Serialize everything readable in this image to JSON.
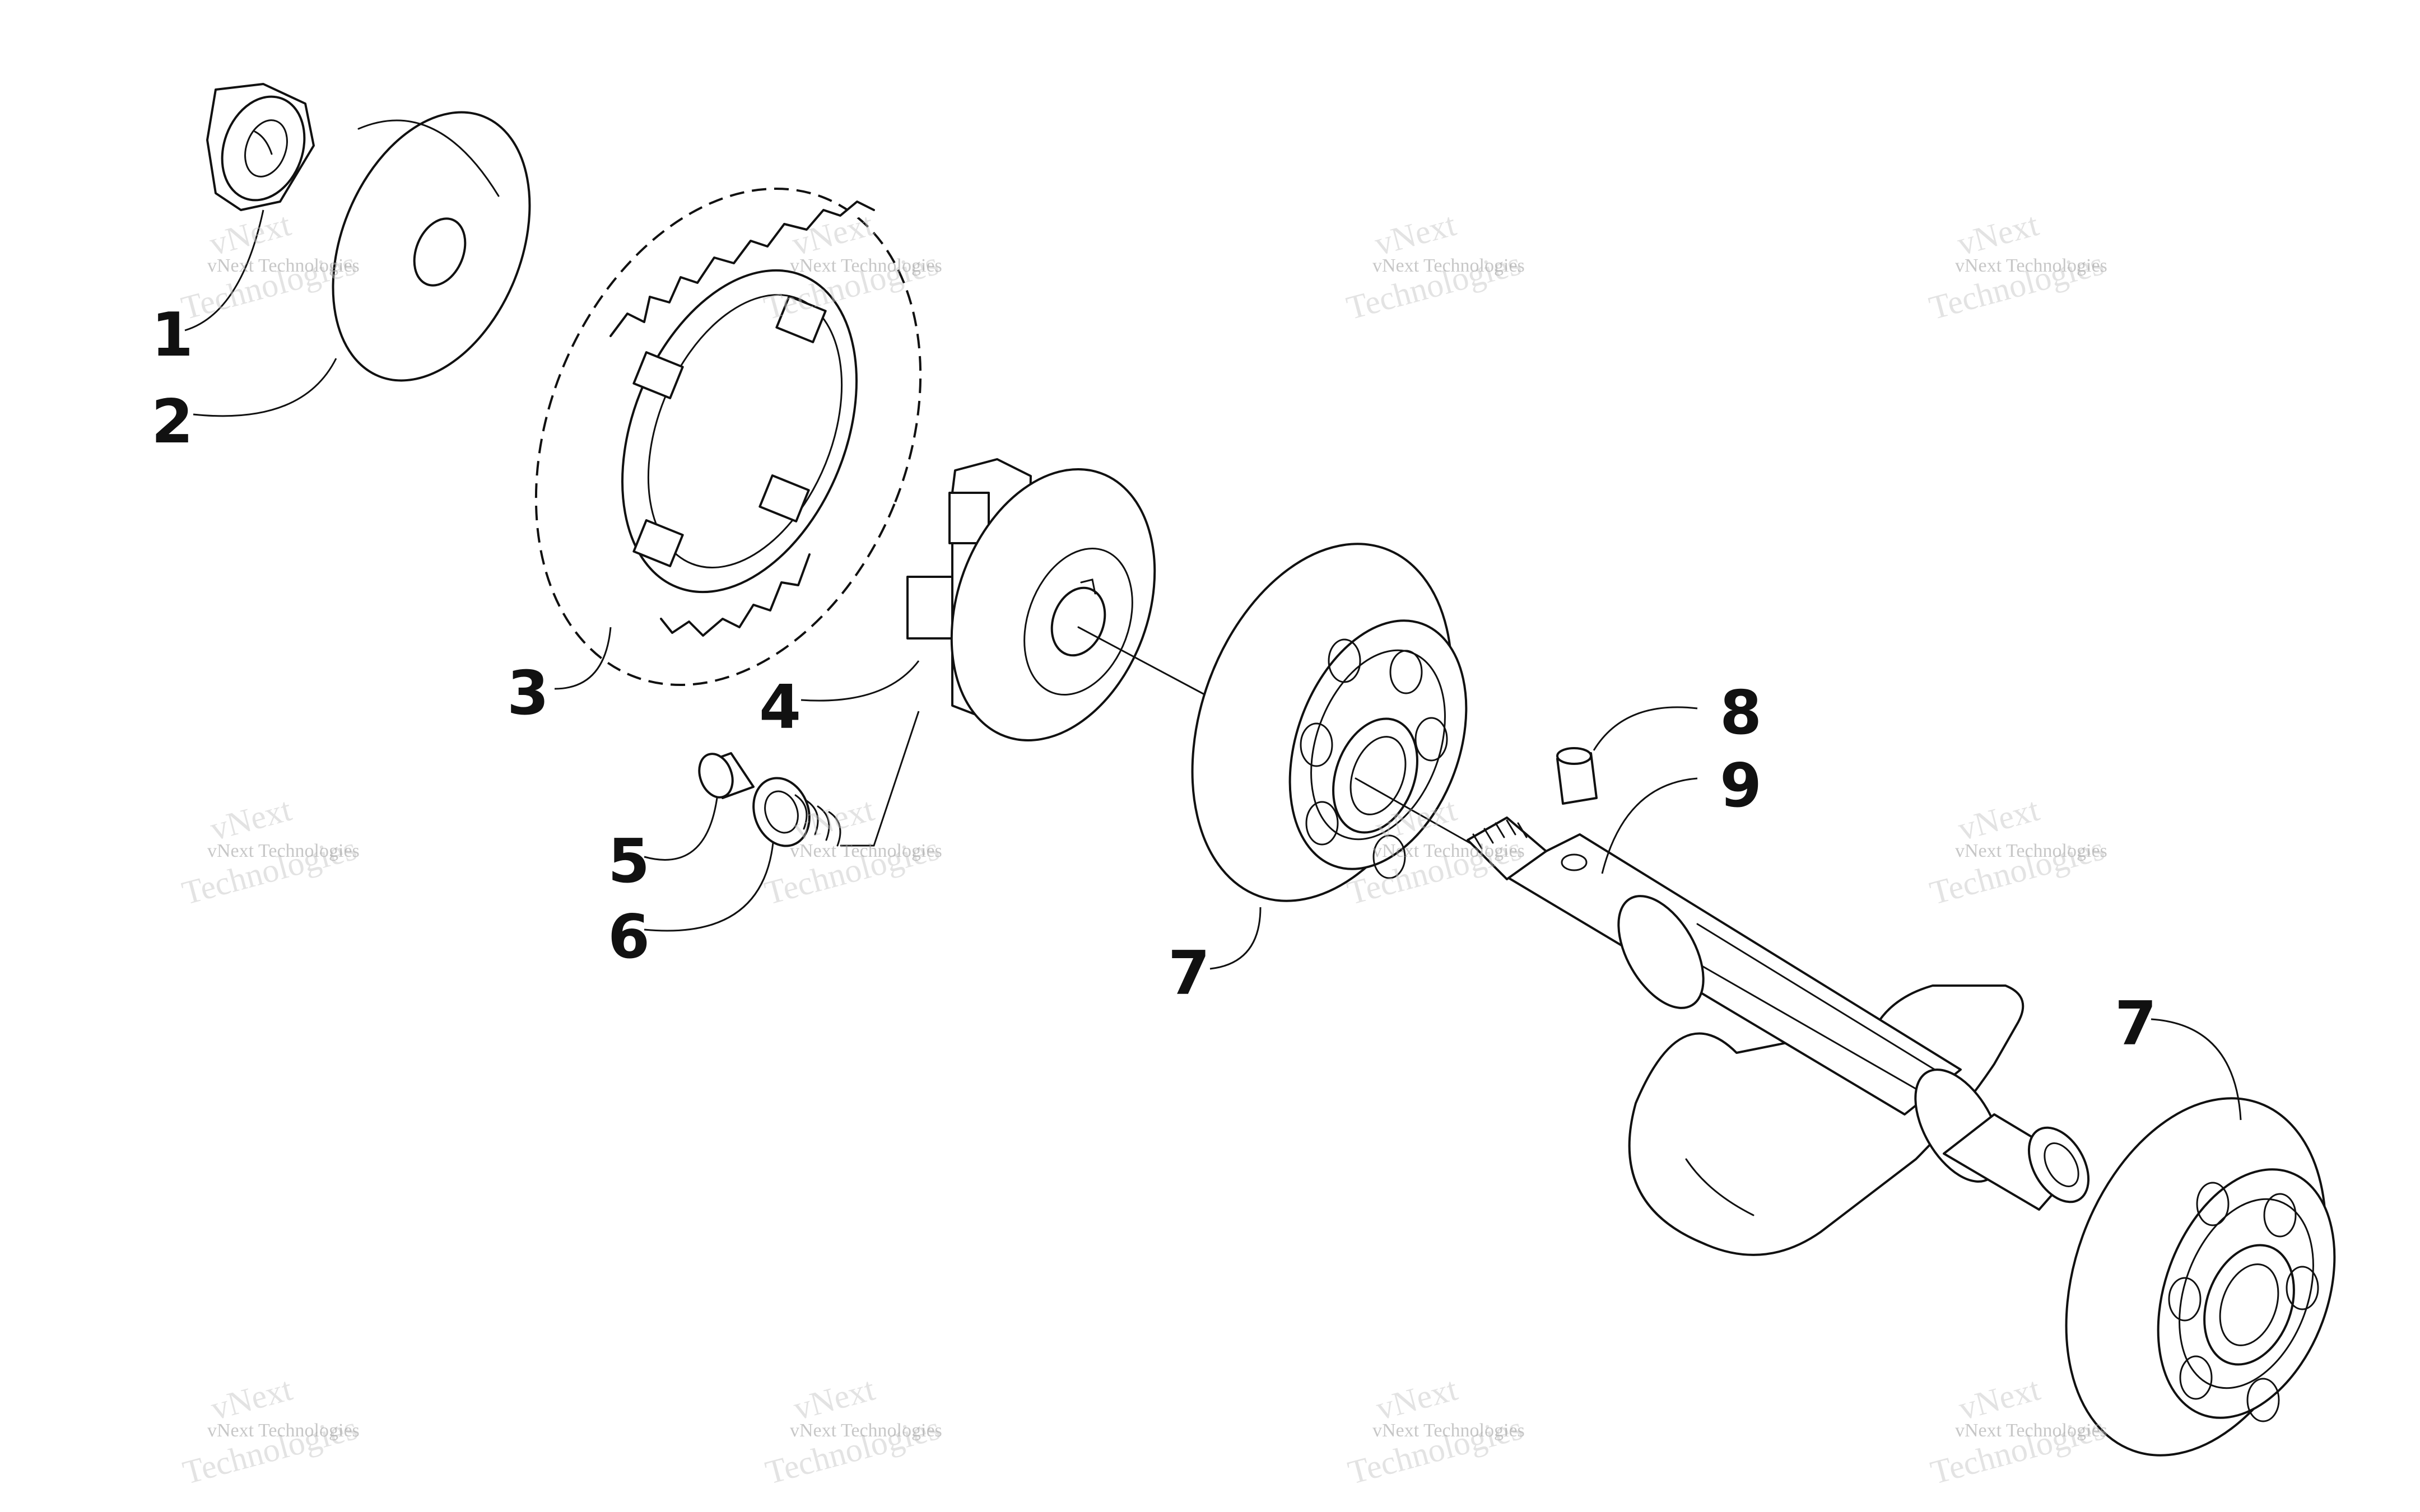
{
  "diagram": {
    "callouts": [
      "1",
      "2",
      "3",
      "4",
      "5",
      "6",
      "7",
      "8",
      "9",
      "7"
    ],
    "watermark": {
      "line1": "vNext Technologies",
      "line2": "vNext",
      "line3": "Technologies"
    }
  }
}
